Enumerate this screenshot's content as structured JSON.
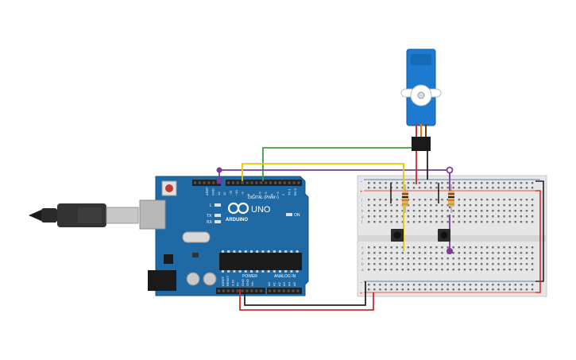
{
  "arduino": {
    "brand": "ARDUINO",
    "model": "UNO",
    "digital_label": "DIGITAL (PWM~)",
    "power_label": "POWER",
    "analog_label": "ANALOG IN",
    "led_l": "L",
    "led_tx": "TX",
    "led_rx": "RX",
    "led_on": "ON",
    "pin_labels_digital": [
      "AREF",
      "GND",
      "13",
      "12",
      "~11",
      "~10",
      "~9",
      "8",
      "7",
      "~6",
      "~5",
      "4",
      "~3",
      "2",
      "TX 1",
      "RX 0"
    ],
    "pin_labels_power": [
      "IOREF",
      "RESET",
      "3.3V",
      "5V",
      "GND",
      "GND",
      "Vin"
    ],
    "pin_labels_analog": [
      "A0",
      "A1",
      "A2",
      "A3",
      "A4",
      "A5"
    ]
  },
  "breadboard": {
    "row_letters_top": [
      "j",
      "i",
      "h",
      "g",
      "f"
    ],
    "row_letters_bottom": [
      "e",
      "d",
      "c",
      "b",
      "a"
    ],
    "rail_plus": "+",
    "rail_minus": "-"
  },
  "colors": {
    "board_blue": "#1f6aa5",
    "wire_red": "#d42a2a",
    "wire_black": "#222222",
    "wire_green": "#3aa43a",
    "wire_yellow": "#e6c700",
    "wire_purple": "#7a3b97",
    "servo_blue": "#1c7bd0"
  },
  "components": [
    "usb-cable",
    "arduino-uno",
    "breadboard",
    "servo-motor",
    "pushbutton-1",
    "pushbutton-2",
    "resistor-1",
    "resistor-2"
  ]
}
